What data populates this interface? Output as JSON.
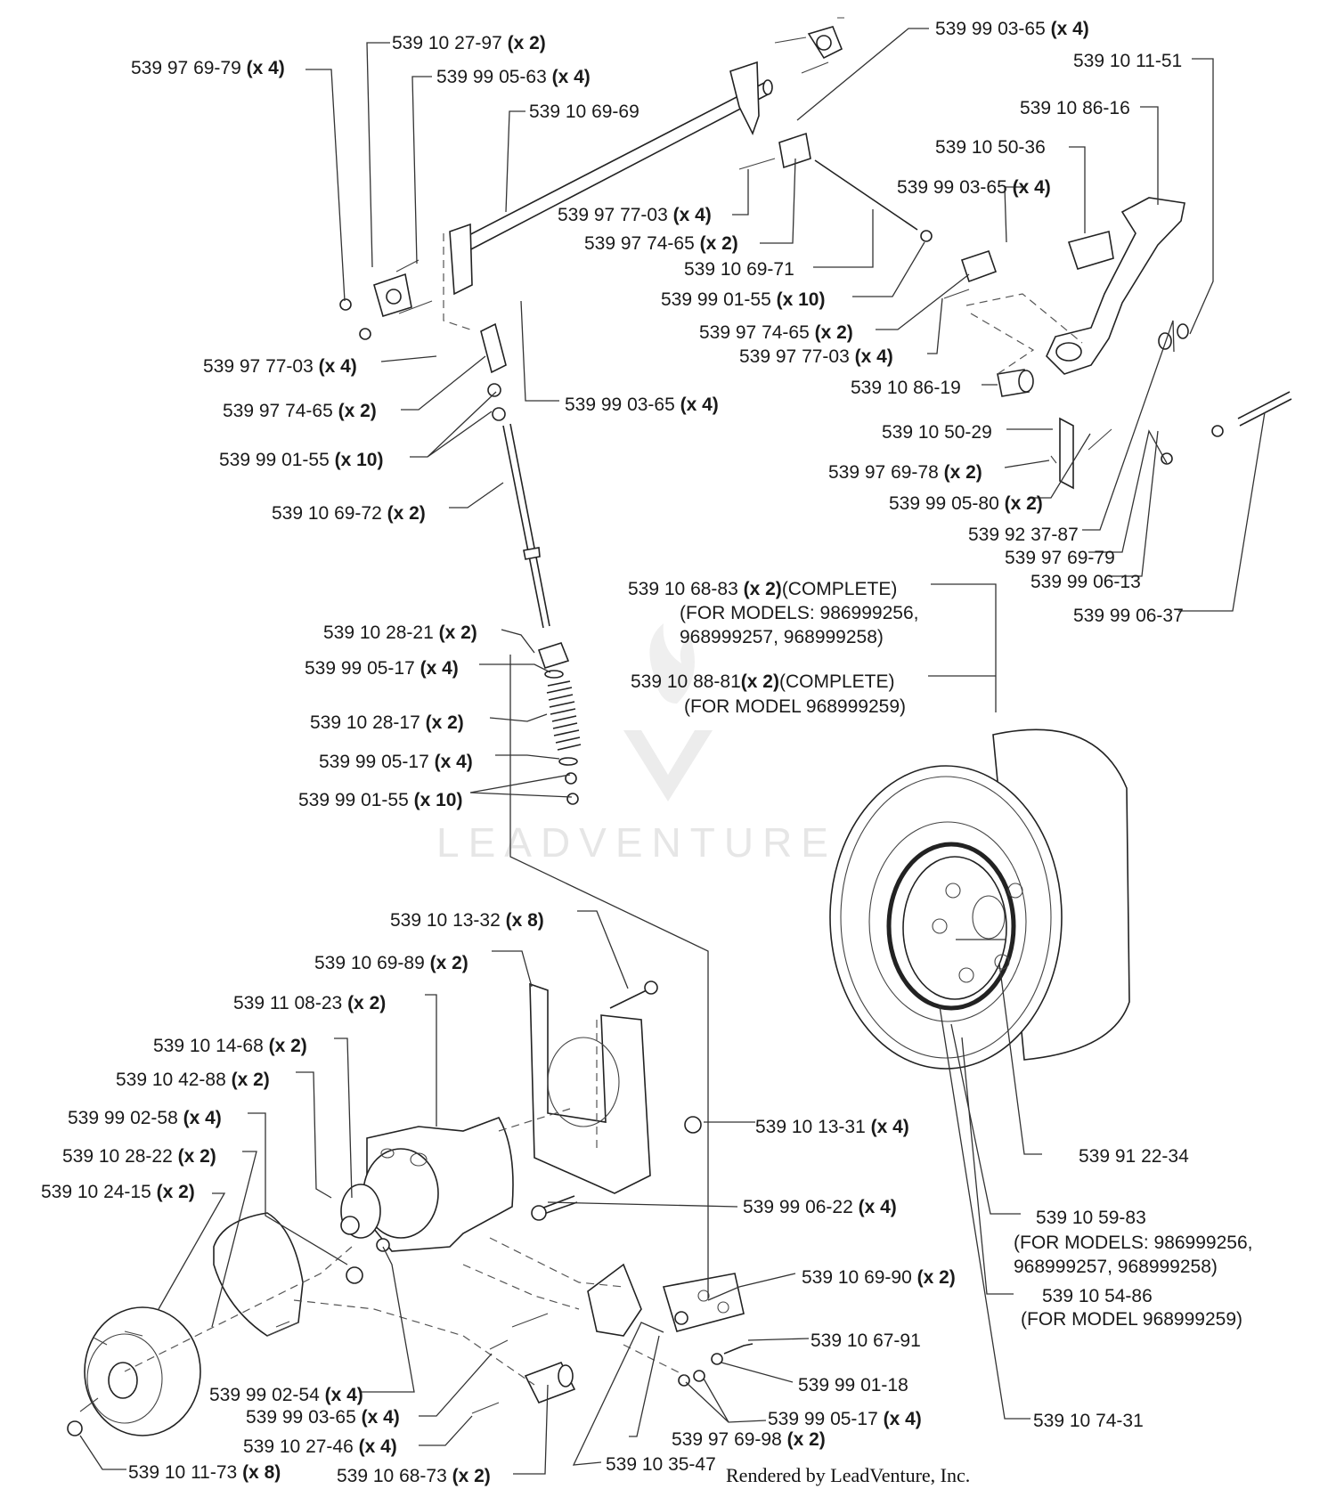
{
  "watermark": "LEADVENTURE",
  "footer": "Rendered by LeadVenture, Inc.",
  "labels": [
    {
      "id": "l01",
      "part": "539 97 69-79",
      "qty": "(x 4)",
      "extra": ""
    },
    {
      "id": "l02",
      "part": "539 10 27-97",
      "qty": "(x 2)",
      "extra": ""
    },
    {
      "id": "l03",
      "part": "539 99 05-63",
      "qty": "(x 4)",
      "extra": ""
    },
    {
      "id": "l04",
      "part": "539 10 69-69",
      "qty": "",
      "extra": ""
    },
    {
      "id": "l05",
      "part": "539 99 03-65",
      "qty": "(x 4)",
      "extra": ""
    },
    {
      "id": "l06",
      "part": "539 10 11-51",
      "qty": "",
      "extra": ""
    },
    {
      "id": "l07",
      "part": "539 10 86-16",
      "qty": "",
      "extra": ""
    },
    {
      "id": "l08",
      "part": "539 10 50-36",
      "qty": "",
      "extra": ""
    },
    {
      "id": "l09",
      "part": "539 99 03-65",
      "qty": "(x 4)",
      "extra": ""
    },
    {
      "id": "l10",
      "part": "539 97 77-03",
      "qty": "(x 4)",
      "extra": ""
    },
    {
      "id": "l11",
      "part": "539 97 74-65",
      "qty": "(x 2)",
      "extra": ""
    },
    {
      "id": "l12",
      "part": "539 10 69-71",
      "qty": "",
      "extra": ""
    },
    {
      "id": "l13",
      "part": "539 99 01-55",
      "qty": "(x 10)",
      "extra": ""
    },
    {
      "id": "l14",
      "part": "539 97 74-65",
      "qty": "(x 2)",
      "extra": ""
    },
    {
      "id": "l15",
      "part": "539 97 77-03",
      "qty": "(x 4)",
      "extra": ""
    },
    {
      "id": "l16",
      "part": "539 97 77-03",
      "qty": "(x 4)",
      "extra": ""
    },
    {
      "id": "l17",
      "part": "539 10 86-19",
      "qty": "",
      "extra": ""
    },
    {
      "id": "l18",
      "part": "539 97 74-65",
      "qty": "(x 2)",
      "extra": ""
    },
    {
      "id": "l19",
      "part": "539 99 03-65",
      "qty": "(x 4)",
      "extra": ""
    },
    {
      "id": "l20",
      "part": "539 10 50-29",
      "qty": "",
      "extra": ""
    },
    {
      "id": "l21",
      "part": "539 99 01-55",
      "qty": "(x 10)",
      "extra": ""
    },
    {
      "id": "l22",
      "part": "539 97 69-78",
      "qty": "(x 2)",
      "extra": ""
    },
    {
      "id": "l23",
      "part": "539 99 05-80",
      "qty": "(x 2)",
      "extra": ""
    },
    {
      "id": "l24",
      "part": "539 10 69-72",
      "qty": "(x 2)",
      "extra": ""
    },
    {
      "id": "l25",
      "part": "539 92 37-87",
      "qty": "",
      "extra": ""
    },
    {
      "id": "l26",
      "part": "539 97 69-79",
      "qty": "",
      "extra": ""
    },
    {
      "id": "l27",
      "part": "539 99 06-13",
      "qty": "",
      "extra": ""
    },
    {
      "id": "l28",
      "part": "539 10 68-83",
      "qty": "(x 2)",
      "extra": "(COMPLETE)"
    },
    {
      "id": "l29",
      "part": "(FOR MODELS: 986999256,",
      "qty": "",
      "extra": ""
    },
    {
      "id": "l30",
      "part": "968999257, 968999258)",
      "qty": "",
      "extra": ""
    },
    {
      "id": "l31",
      "part": "539 99 06-37",
      "qty": "",
      "extra": ""
    },
    {
      "id": "l32",
      "part": "539 10 28-21",
      "qty": "(x 2)",
      "extra": ""
    },
    {
      "id": "l33",
      "part": "539 99 05-17",
      "qty": "(x 4)",
      "extra": ""
    },
    {
      "id": "l34",
      "part": "539 10 88-81",
      "qty": "(x 2)",
      "extra": "(COMPLETE)"
    },
    {
      "id": "l35",
      "part": "(FOR MODEL 968999259)",
      "qty": "",
      "extra": ""
    },
    {
      "id": "l36",
      "part": "539 10 28-17",
      "qty": "(x 2)",
      "extra": ""
    },
    {
      "id": "l37",
      "part": "539 99 05-17",
      "qty": "(x 4)",
      "extra": ""
    },
    {
      "id": "l38",
      "part": "539 99 01-55",
      "qty": "(x 10)",
      "extra": ""
    },
    {
      "id": "l39",
      "part": "539 10 13-32",
      "qty": "(x 8)",
      "extra": ""
    },
    {
      "id": "l40",
      "part": "539 10 69-89",
      "qty": "(x 2)",
      "extra": ""
    },
    {
      "id": "l41",
      "part": "539 11 08-23",
      "qty": "(x 2)",
      "extra": ""
    },
    {
      "id": "l42",
      "part": "539 10 14-68",
      "qty": "(x 2)",
      "extra": ""
    },
    {
      "id": "l43",
      "part": "539 10 42-88",
      "qty": "(x 2)",
      "extra": ""
    },
    {
      "id": "l44",
      "part": "539 99 02-58",
      "qty": "(x 4)",
      "extra": ""
    },
    {
      "id": "l45",
      "part": "539 10 13-31",
      "qty": "(x 4)",
      "extra": ""
    },
    {
      "id": "l46",
      "part": "539 91 22-34",
      "qty": "",
      "extra": ""
    },
    {
      "id": "l47",
      "part": "539 10 28-22",
      "qty": "(x 2)",
      "extra": ""
    },
    {
      "id": "l48",
      "part": "539 10 24-15",
      "qty": "(x 2)",
      "extra": ""
    },
    {
      "id": "l49",
      "part": "539 99 06-22",
      "qty": "(x 4)",
      "extra": ""
    },
    {
      "id": "l50",
      "part": "539 10 59-83",
      "qty": "",
      "extra": ""
    },
    {
      "id": "l51",
      "part": "(FOR MODELS: 986999256,",
      "qty": "",
      "extra": ""
    },
    {
      "id": "l52",
      "part": "968999257, 968999258)",
      "qty": "",
      "extra": ""
    },
    {
      "id": "l53",
      "part": "539 10 69-90",
      "qty": "(x 2)",
      "extra": ""
    },
    {
      "id": "l54",
      "part": "539 10 54-86",
      "qty": "",
      "extra": ""
    },
    {
      "id": "l55",
      "part": "(FOR MODEL 968999259)",
      "qty": "",
      "extra": ""
    },
    {
      "id": "l56",
      "part": "539 10 67-91",
      "qty": "",
      "extra": ""
    },
    {
      "id": "l57",
      "part": "539 99 01-18",
      "qty": "",
      "extra": ""
    },
    {
      "id": "l58",
      "part": "539 99 02-54",
      "qty": "(x 4)",
      "extra": ""
    },
    {
      "id": "l59",
      "part": "539 99 05-17",
      "qty": "(x 4)",
      "extra": ""
    },
    {
      "id": "l60",
      "part": "539 99 03-65",
      "qty": "(x 4)",
      "extra": ""
    },
    {
      "id": "l61",
      "part": "539 10 74-31",
      "qty": "",
      "extra": ""
    },
    {
      "id": "l62",
      "part": "539 97 69-98",
      "qty": "(x 2)",
      "extra": ""
    },
    {
      "id": "l63",
      "part": "539 10 27-46",
      "qty": "(x 4)",
      "extra": ""
    },
    {
      "id": "l64",
      "part": "539 10 35-47",
      "qty": "",
      "extra": ""
    },
    {
      "id": "l65",
      "part": "539 10 11-73",
      "qty": "(x 8)",
      "extra": ""
    },
    {
      "id": "l66",
      "part": "539 10 68-73",
      "qty": "(x 2)",
      "extra": ""
    }
  ]
}
